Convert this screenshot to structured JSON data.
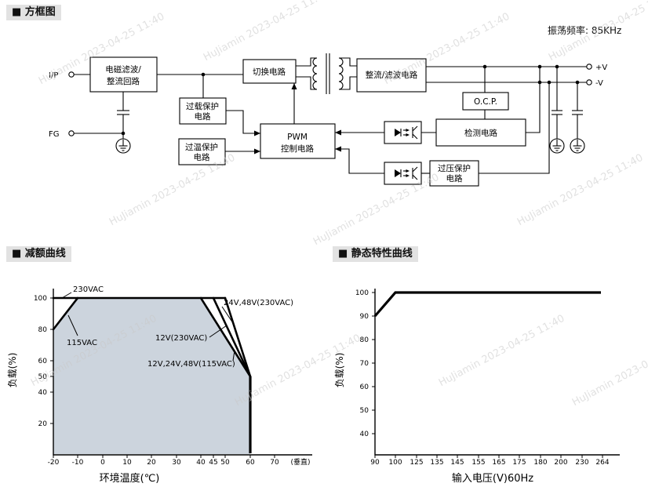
{
  "page": {
    "block_title": "■ 方框图",
    "osc_freq": "振荡频率: 85KHz",
    "derating_title": "■ 减额曲线",
    "static_title": "■ 静态特性曲线",
    "watermark": "HuJiamin 2023-04-25 11:40"
  },
  "blocks": {
    "input_label": "I/P",
    "fg_label": "FG",
    "emi_line1": "电磁滤波/",
    "emi_line2": "整流回路",
    "switching": "切换电路",
    "rectifier": "整流/滤波电路",
    "overload_line1": "过载保护",
    "overload_line2": "电路",
    "overtemp_line1": "过温保护",
    "overtemp_line2": "电路",
    "pwm_line1": "PWM",
    "pwm_line2": "控制电路",
    "ocp": "O.C.P.",
    "detection": "检测电路",
    "ovp_line1": "过压保护",
    "ovp_line2": "电路",
    "out_pos": "+V",
    "out_neg": "-V"
  },
  "chart_data": [
    {
      "type": "area",
      "title": "减额曲线",
      "xlabel": "环境温度(℃)",
      "ylabel": "负载(%)",
      "xlim": [
        -20,
        75
      ],
      "ylim": [
        0,
        110
      ],
      "grid": false,
      "x_ticks": [
        -20,
        -10,
        0,
        10,
        20,
        30,
        40,
        45,
        50,
        60,
        70
      ],
      "x_note": "(垂直)",
      "y_ticks": [
        100,
        80,
        60,
        50,
        40,
        20
      ],
      "series": [
        {
          "name": "230VAC",
          "points": [
            [
              -20,
              100
            ],
            [
              50,
              100
            ]
          ]
        },
        {
          "name": "115VAC",
          "points": [
            [
              -20,
              80
            ],
            [
              -10,
              100
            ]
          ]
        },
        {
          "name": "24V,48V(230VAC)",
          "points": [
            [
              50,
              100
            ],
            [
              60,
              50
            ],
            [
              60,
              0
            ]
          ]
        },
        {
          "name": "12V(230VAC)",
          "points": [
            [
              45,
              100
            ],
            [
              60,
              50
            ],
            [
              60,
              0
            ]
          ]
        },
        {
          "name": "12V,24V,48V(115VAC)",
          "points": [
            [
              40,
              100
            ],
            [
              60,
              50
            ],
            [
              60,
              0
            ]
          ]
        }
      ]
    },
    {
      "type": "line",
      "title": "静态特性曲线",
      "xlabel": "输入电压(V)60Hz",
      "ylabel": "负载(%)",
      "ylim": [
        20,
        105
      ],
      "grid": false,
      "x_ticks": [
        90,
        100,
        125,
        135,
        145,
        155,
        165,
        175,
        180,
        200,
        230,
        264
      ],
      "y_ticks": [
        100,
        90,
        80,
        70,
        60,
        50,
        40
      ],
      "series": [
        {
          "points": [
            [
              90,
              90
            ],
            [
              100,
              100
            ],
            [
              264,
              100
            ]
          ]
        }
      ]
    }
  ]
}
